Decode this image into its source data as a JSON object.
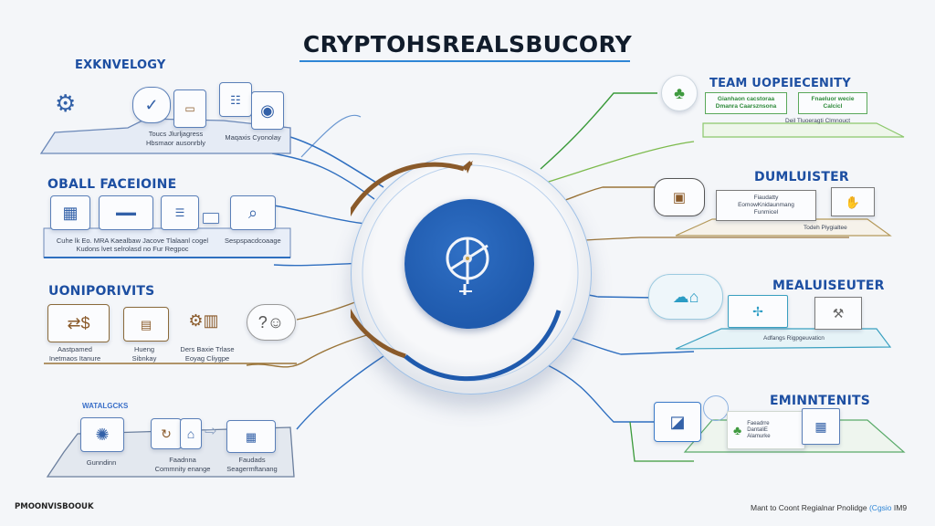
{
  "title": "CRYPTOHSREALSBUCORY",
  "colors": {
    "primary_blue": "#1f5aad",
    "title_blue": "#1d4fa2",
    "accent_line": "#2f86d6",
    "gold": "#8a6a3a",
    "green": "#4caa4c",
    "teal": "#2b9cc4"
  },
  "hub": {
    "icon": "ship-wheel-icon",
    "ring_arrow_color": "#8a5a2a",
    "ring_arc_color": "#1f5aad"
  },
  "left_sections": [
    {
      "title": "EXKNVELOGY",
      "captions": [
        "Toucs Jlurljagress\nHbsmaor ausonrbly",
        "Maqaxis Cyonolay"
      ],
      "icons": [
        "network-icon",
        "check-bubble-icon",
        "chip-card-icon",
        "document-icon",
        "globe-icon"
      ]
    },
    {
      "title": "OBALL FACEIOINE",
      "captions": [
        "Cuhe lk Eo. MRA Kaealbaw Jacove Tlalaanl cogel",
        "Kudons lvet selrolasd no Fur Regpoc",
        "Sespspacdcoaage"
      ],
      "icons": [
        "calendar-icon",
        "dashboard-icon",
        "form-icon",
        "search-icon"
      ]
    },
    {
      "title": "UONIPORIVITS",
      "captions": [
        "Aastpamed\nInetmaos Itanure",
        "Hueng\nSibnkay",
        "Ders Baxie Trlase\nEoyag Cliygpe"
      ],
      "icons": [
        "coin-exchange-icon",
        "chart-board-icon",
        "machinery-icon",
        "question-bubble-icon"
      ]
    },
    {
      "title": "WATALGCKS",
      "captions": [
        "Gunndinn",
        "Faadnna\nCommnity enange",
        "Faudads\nSeagermftanang"
      ],
      "icons": [
        "brain-icon",
        "refresh-icon",
        "house-icon",
        "arrow-right-icon",
        "ledger-icon"
      ]
    }
  ],
  "right_sections": [
    {
      "title": "TEAM UOPEIECENITY",
      "boxes": [
        "Gianhaon cacstoraa\nDmanra Caarsznsona",
        "Fnaeluor wecie\nCalcicl"
      ],
      "caption": "Deil Tluoeragti Clmnouct",
      "icons": [
        "plant-pot-icon"
      ]
    },
    {
      "title": "DUMLUISTER",
      "boxes": [
        "Fiaudatty\nEomowKnidaunmang\nFunmicel"
      ],
      "caption": "Todeh Piygialtee",
      "icons": [
        "tool-panel-icon",
        "handshake-icon"
      ]
    },
    {
      "title": "MEALUISEUTER",
      "boxes": [],
      "caption": "Adfangs Rigpgeuvaticn",
      "icons": [
        "cloud-building-icon",
        "network-graph-icon",
        "tools-icon"
      ]
    },
    {
      "title": "EMINNTENITS",
      "boxes": [
        "Faeadrre\nDantaliE\nAlamurke"
      ],
      "caption": "",
      "icons": [
        "photo-frame-icon",
        "plant-grid-icon",
        "spreadsheet-icon"
      ]
    }
  ],
  "footer": {
    "left": "PMOONVISBOOUK",
    "right_text": "Mant to Coont Regialnar Pnolidge",
    "right_accent": "(Cgsio",
    "right_tail": "IM9"
  }
}
